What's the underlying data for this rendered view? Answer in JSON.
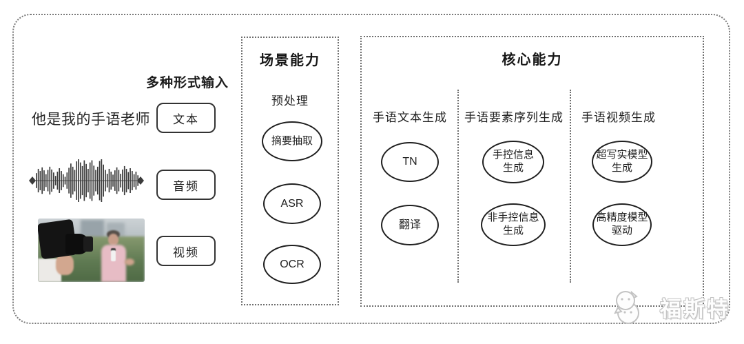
{
  "input_section": {
    "label": "多种形式输入",
    "text_sample": "他是我的手语老师",
    "tags": [
      "文本",
      "音频",
      "视频"
    ]
  },
  "scene_panel": {
    "title": "场景能力",
    "subtitle": "预处理",
    "ovals": [
      "摘要抽取",
      "ASR",
      "OCR"
    ]
  },
  "core_panel": {
    "title": "核心能力",
    "columns": [
      {
        "header": "手语文本生成",
        "ovals": [
          {
            "lines": [
              "TN",
              ""
            ]
          },
          {
            "lines": [
              "翻译",
              ""
            ]
          }
        ]
      },
      {
        "header": "手语要素序列生成",
        "ovals": [
          {
            "lines": [
              "手控信息",
              "生成"
            ]
          },
          {
            "lines": [
              "非手控信息",
              "生成"
            ]
          }
        ]
      },
      {
        "header": "手语视频生成",
        "ovals": [
          {
            "lines": [
              "超写实模型",
              "生成"
            ]
          },
          {
            "lines": [
              "高精度模型",
              "驱动"
            ]
          }
        ]
      }
    ]
  },
  "watermark": {
    "text": "福斯特"
  },
  "colors": {
    "line": "#1f1f1f",
    "dotted_border": "#6e6e6e",
    "waveform": "#3b3b3b",
    "watermark_gray": "#c3c3c3"
  },
  "graphics": {
    "waveform_amplitudes": [
      0.35,
      0.55,
      0.45,
      0.62,
      0.48,
      0.3,
      0.5,
      0.65,
      0.52,
      0.38,
      0.22,
      0.42,
      0.58,
      0.45,
      0.3,
      0.18,
      0.38,
      0.6,
      0.8,
      0.65,
      0.5,
      0.9,
      1.0,
      0.85,
      0.68,
      0.95,
      0.78,
      0.55,
      0.85,
      0.95,
      0.7,
      0.5,
      0.65,
      0.92,
      1.0,
      0.75,
      0.5,
      0.32,
      0.55,
      0.42,
      0.28,
      0.48,
      0.62,
      0.5,
      0.32,
      0.52,
      0.68,
      0.55,
      0.4,
      0.58,
      0.45,
      0.3,
      0.42,
      0.25
    ]
  }
}
